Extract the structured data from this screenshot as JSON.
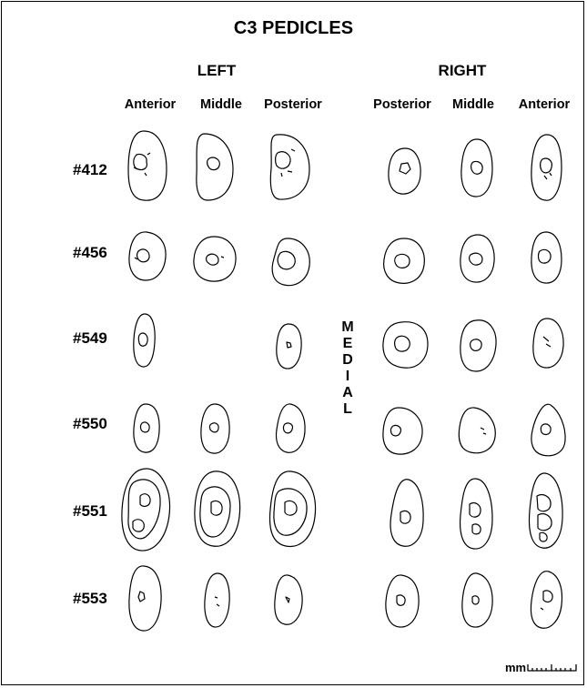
{
  "title": "C3 PEDICLES",
  "sides": {
    "left": "LEFT",
    "right": "RIGHT"
  },
  "columns": [
    "Anterior",
    "Middle",
    "Posterior",
    "Posterior",
    "Middle",
    "Anterior"
  ],
  "rows": [
    "#412",
    "#456",
    "#549",
    "#550",
    "#551",
    "#553"
  ],
  "medial_label": [
    "M",
    "E",
    "D",
    "I",
    "A",
    "L"
  ],
  "scale_label": "mm"
}
